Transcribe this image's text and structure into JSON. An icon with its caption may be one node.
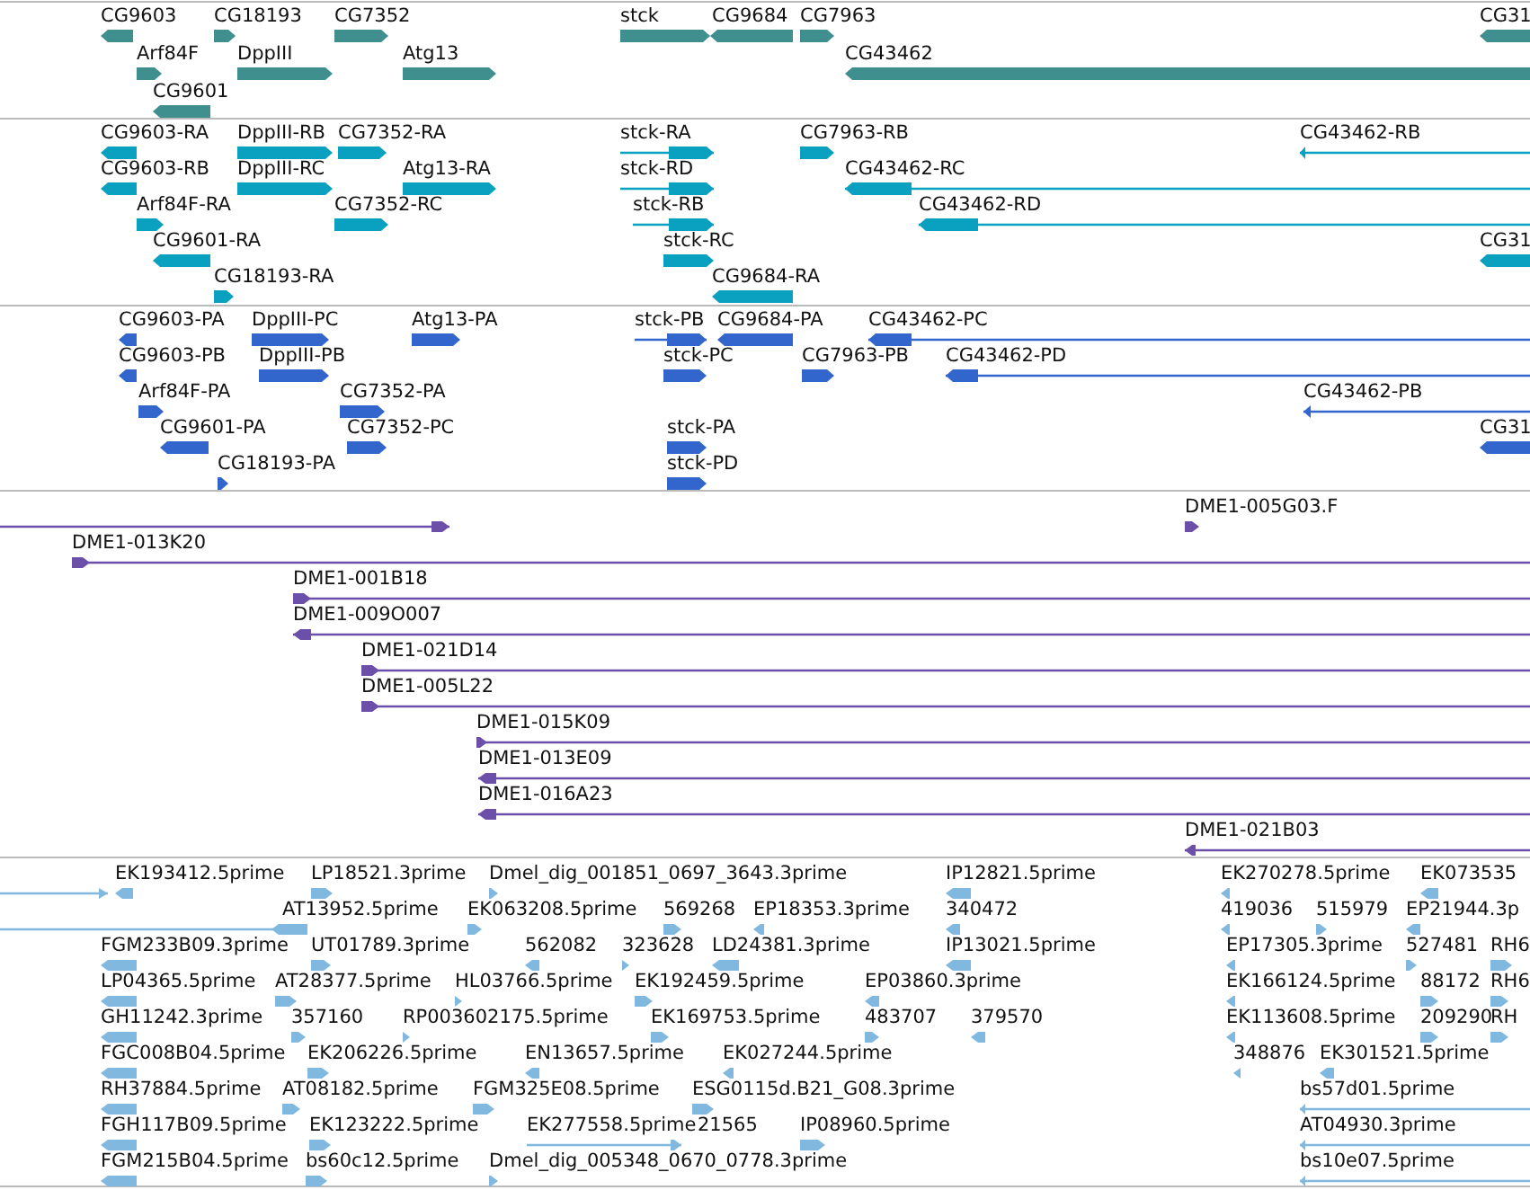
{
  "diagram": {
    "labels": [
      "CG9603",
      "CG18193",
      "CG7352",
      "stck",
      "CG9684",
      "CG7963",
      "CG31",
      "Arf84F",
      "DppIII",
      "Atg13",
      "CG43462",
      "CG9601",
      "CG9603-RA",
      "DppIII-RB",
      "CG7352-RA",
      "stck-RA",
      "CG7963-RB",
      "CG43462-RB",
      "CG9603-RB",
      "DppIII-RC",
      "Atg13-RA",
      "stck-RD",
      "CG43462-RC",
      "Arf84F-RA",
      "CG7352-RC",
      "stck-RB",
      "CG43462-RD",
      "CG9601-RA",
      "stck-RC",
      "CG31",
      "CG18193-RA",
      "CG9684-RA",
      "CG9603-PA",
      "DppIII-PC",
      "Atg13-PA",
      "stck-PB",
      "CG9684-PA",
      "CG43462-PC",
      "CG9603-PB",
      "DppIII-PB",
      "stck-PC",
      "CG7963-PB",
      "CG43462-PD",
      "Arf84F-PA",
      "CG7352-PA",
      "CG43462-PB",
      "CG9601-PA",
      "CG7352-PC",
      "stck-PA",
      "CG31",
      "CG18193-PA",
      "stck-PD",
      "DME1-005G03.F",
      "DME1-013K20",
      "DME1-001B18",
      "DME1-009O007",
      "DME1-021D14",
      "DME1-005L22",
      "DME1-015K09",
      "DME1-013E09",
      "DME1-016A23",
      "DME1-021B03",
      "EK193412.5prime",
      "LP18521.3prime",
      "Dmel_dig_001851_0697_3643.3prime",
      "IP12821.5prime",
      "EK270278.5prime",
      "EK073535",
      "AT13952.5prime",
      "EK063208.5prime",
      "569268",
      "EP18353.3prime",
      "340472",
      "419036",
      "515979",
      "EP21944.3p",
      "FGM233B09.3prime",
      "UT01789.3prime",
      "562082",
      "323628",
      "LD24381.3prime",
      "IP13021.5prime",
      "EP17305.3prime",
      "527481",
      "RH6",
      "LP04365.5prime",
      "AT28377.5prime",
      "HL03766.5prime",
      "EK192459.5prime",
      "EP03860.3prime",
      "EK166124.5prime",
      "88172",
      "RH6",
      "GH11242.3prime",
      "357160",
      "RP003602175.5prime",
      "EK169753.5prime",
      "483707",
      "379570",
      "EK113608.5prime",
      "209290",
      "RH",
      "FGC008B04.5prime",
      "EK206226.5prime",
      "EN13657.5prime",
      "EK027244.5prime",
      "348876",
      "EK301521.5prime",
      "RH37884.5prime",
      "AT08182.5prime",
      "FGM325E08.5prime",
      "ESG0115d.B21_G08.3prime",
      "bs57d01.5prime",
      "FGH117B09.5prime",
      "EK123222.5prime",
      "EK277558.5prime",
      "21565",
      "IP08960.5prime",
      "AT04930.3prime",
      "FGM215B04.5prime",
      "bs60c12.5prime",
      "Dmel_dig_005348_0670_0778.3prime",
      "bs10e07.5prime"
    ]
  }
}
